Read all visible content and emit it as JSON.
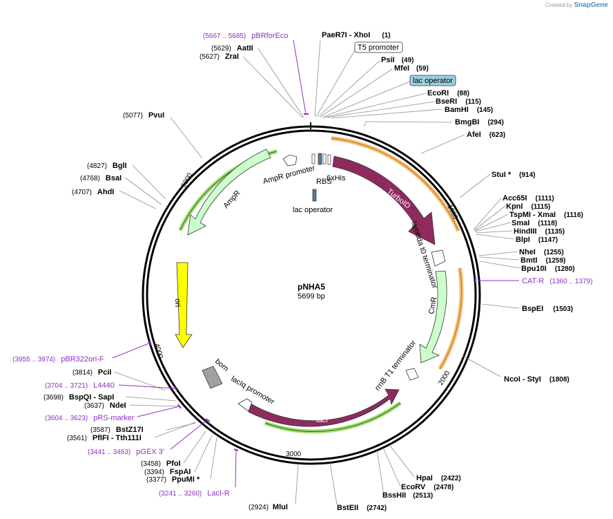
{
  "credit": {
    "prefix": "Created by",
    "brand": "SnapGene"
  },
  "plasmid": {
    "name": "pNHA5",
    "length": "5699 bp"
  },
  "colors": {
    "turboid": "#8e2a5e",
    "laci": "#8e2a5e",
    "ampr": "#ccffcc",
    "cmr": "#ccffcc",
    "ori": "#ffff00",
    "primer": "#8e2ec9",
    "highlight_orange": "#f7c078",
    "highlight_green": "#6fbf3a",
    "lac_operator": "#4a7c99"
  },
  "features": {
    "turboid": "TurboID",
    "his": "6xHis",
    "rbs": "RBS",
    "lac_operator": "lac operator",
    "lambda": "lambda t0 terminator",
    "cmr": "CmR",
    "rrnb": "rrnB T1 terminator",
    "laci": "lacI",
    "lacq": "lacIq promoter",
    "bom": "bom",
    "ori": "ori",
    "ampr": "AmpR",
    "ampr_promoter": "AmpR promoter"
  },
  "ticks": [
    "1000",
    "2000",
    "3000",
    "4000",
    "5000"
  ],
  "sites": [
    {
      "id": "paer7i",
      "name": "PaeR7I",
      "extra": "- XhoI",
      "num": "(1)"
    },
    {
      "id": "t5",
      "name": "T5 promoter",
      "extra": "",
      "num": ""
    },
    {
      "id": "psti",
      "name": "PsiI",
      "extra": "",
      "num": "(49)"
    },
    {
      "id": "mfei",
      "name": "MfeI",
      "extra": "",
      "num": "(59)"
    },
    {
      "id": "lacop",
      "name": "lac operator",
      "extra": "",
      "num": ""
    },
    {
      "id": "ecori",
      "name": "EcoRI",
      "extra": "",
      "num": "(88)"
    },
    {
      "id": "beseri",
      "name": "BseRI",
      "extra": "",
      "num": "(115)"
    },
    {
      "id": "bamhi",
      "name": "BamHI",
      "extra": "",
      "num": "(145)"
    },
    {
      "id": "bmgbi",
      "name": "BmgBI",
      "extra": "",
      "num": "(294)"
    },
    {
      "id": "afei",
      "name": "AfeI",
      "extra": "",
      "num": "(623)"
    },
    {
      "id": "stui",
      "name": "StuI *",
      "extra": "",
      "num": "(914)"
    },
    {
      "id": "acc65i",
      "name": "Acc65I",
      "extra": "",
      "num": "(1111)"
    },
    {
      "id": "kpni",
      "name": "KpnI",
      "extra": "",
      "num": "(1115)"
    },
    {
      "id": "tspmi",
      "name": "TspMI",
      "extra": "- XmaI",
      "num": "(1116)"
    },
    {
      "id": "smai",
      "name": "SmaI",
      "extra": "",
      "num": "(1118)"
    },
    {
      "id": "hindiii",
      "name": "HindIII",
      "extra": "",
      "num": "(1135)"
    },
    {
      "id": "blpi",
      "name": "BlpI",
      "extra": "",
      "num": "(1147)"
    },
    {
      "id": "nhei",
      "name": "NheI",
      "extra": "",
      "num": "(1255)"
    },
    {
      "id": "bmti",
      "name": "BmtI",
      "extra": "",
      "num": "(1259)"
    },
    {
      "id": "bpu10i",
      "name": "Bpu10I",
      "extra": "",
      "num": "(1280)"
    },
    {
      "id": "bspei",
      "name": "BspEI",
      "extra": "",
      "num": "(1503)"
    },
    {
      "id": "ncoi",
      "name": "NcoI",
      "extra": "- StyI",
      "num": "(1808)"
    },
    {
      "id": "hpai",
      "name": "HpaI",
      "extra": "",
      "num": "(2422)"
    },
    {
      "id": "ecorv",
      "name": "EcoRV",
      "extra": "",
      "num": "(2478)"
    },
    {
      "id": "bsshii",
      "name": "BssHII",
      "extra": "",
      "num": "(2513)"
    },
    {
      "id": "bsteii",
      "name": "BstEII",
      "extra": "",
      "num": "(2742)"
    },
    {
      "id": "mlui",
      "name": "MluI",
      "extra": "",
      "num": "(2924)"
    },
    {
      "id": "ppumi",
      "name": "PpuMI *",
      "extra": "",
      "num": "(3377)"
    },
    {
      "id": "fspai",
      "name": "FspAI",
      "extra": "",
      "num": "(3394)"
    },
    {
      "id": "pfoi",
      "name": "PfoI",
      "extra": "",
      "num": "(3458)"
    },
    {
      "id": "pflfi",
      "name": "PflFI",
      "extra": "- Tth111I",
      "num": "(3561)"
    },
    {
      "id": "bstz17i",
      "name": "BstZ17I",
      "extra": "",
      "num": "(3587)"
    },
    {
      "id": "ndei",
      "name": "NdeI",
      "extra": "",
      "num": "(3637)"
    },
    {
      "id": "bspqi",
      "name": "BspQI",
      "extra": "- SapI",
      "num": "(3698)"
    },
    {
      "id": "pcii",
      "name": "PciI",
      "extra": "",
      "num": "(3814)"
    },
    {
      "id": "ahdi",
      "name": "AhdI",
      "extra": "",
      "num": "(4707)"
    },
    {
      "id": "bsai",
      "name": "BsaI",
      "extra": "",
      "num": "(4768)"
    },
    {
      "id": "bgli",
      "name": "BglI",
      "extra": "",
      "num": "(4827)"
    },
    {
      "id": "pvui",
      "name": "PvuI",
      "extra": "",
      "num": "(5077)"
    },
    {
      "id": "zrai",
      "name": "ZraI",
      "extra": "",
      "num": "(5627)"
    },
    {
      "id": "aatii",
      "name": "AatII",
      "extra": "",
      "num": "(5629)"
    }
  ],
  "primers": [
    {
      "id": "pbrforeco",
      "name": "pBRforEco",
      "range": "(5667 .. 5685)"
    },
    {
      "id": "catr",
      "name": "CAT-R",
      "range": "(1360 .. 1379)"
    },
    {
      "id": "pbr322ori",
      "name": "pBR322ori-F",
      "range": "(3955 .. 3974)"
    },
    {
      "id": "l4440",
      "name": "L4440",
      "range": "(3704 .. 3721)"
    },
    {
      "id": "prs",
      "name": "pRS-marker",
      "range": "(3604 .. 3623)"
    },
    {
      "id": "pgex",
      "name": "pGEX 3'",
      "range": "(3441 .. 3463)"
    },
    {
      "id": "laci_r",
      "name": "LacI-R",
      "range": "(3241 .. 3260)"
    }
  ]
}
